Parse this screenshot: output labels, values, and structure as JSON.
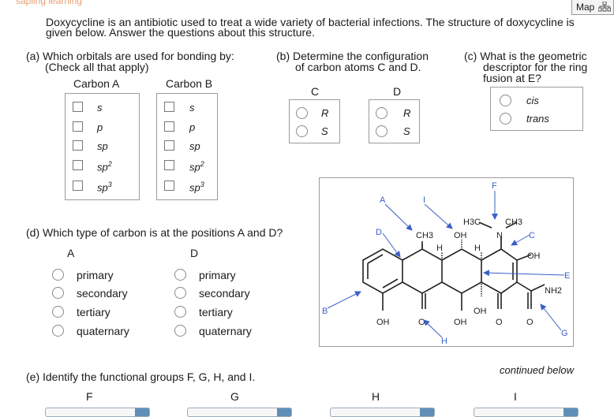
{
  "brand": "sapling learning",
  "map_button": {
    "label": "Map",
    "icon": "map-tree-icon"
  },
  "intro": "Doxycycline is an antibiotic used to treat a wide variety of bacterial infections. The structure of doxycycline is given below. Answer the questions about this structure.",
  "part_a": {
    "question_line1": "(a)  Which orbitals are used for bonding by:",
    "question_line2": "(Check all that apply)",
    "carbon_a_label": "Carbon A",
    "carbon_b_label": "Carbon B",
    "options": [
      "s",
      "p",
      "sp",
      "sp2",
      "sp3"
    ]
  },
  "part_b": {
    "question_line1": "(b)  Determine the configuration",
    "question_line2": "of carbon atoms C and D.",
    "col_c": "C",
    "col_d": "D",
    "options": [
      "R",
      "S"
    ]
  },
  "part_c": {
    "question_line1": "(c)  What is the geometric",
    "question_line2": "descriptor for the ring",
    "question_line3": "fusion at E?",
    "options": [
      "cis",
      "trans"
    ]
  },
  "part_d": {
    "question": "(d)  Which type of carbon is at the positions A and D?",
    "col_a": "A",
    "col_d": "D",
    "options": [
      "primary",
      "secondary",
      "tertiary",
      "quaternary"
    ]
  },
  "part_e": {
    "question": "(e)  Identify the functional groups F, G, H, and I.",
    "cols": [
      "F",
      "G",
      "H",
      "I"
    ]
  },
  "continued": "continued below",
  "structure": {
    "labels": {
      "A": "A",
      "B": "B",
      "C": "C",
      "D": "D",
      "E": "E",
      "F": "F",
      "G": "G",
      "H": "H",
      "I": "I"
    },
    "groups": {
      "ch3": "CH3",
      "h3c": "H3C",
      "oh": "OH",
      "h": "H",
      "n": "N",
      "nh2": "NH2",
      "o": "O"
    }
  },
  "colors": {
    "arrow": "#3a5fc8",
    "radio_accent": "#6fa0d0",
    "label": "#3a5fc8"
  }
}
